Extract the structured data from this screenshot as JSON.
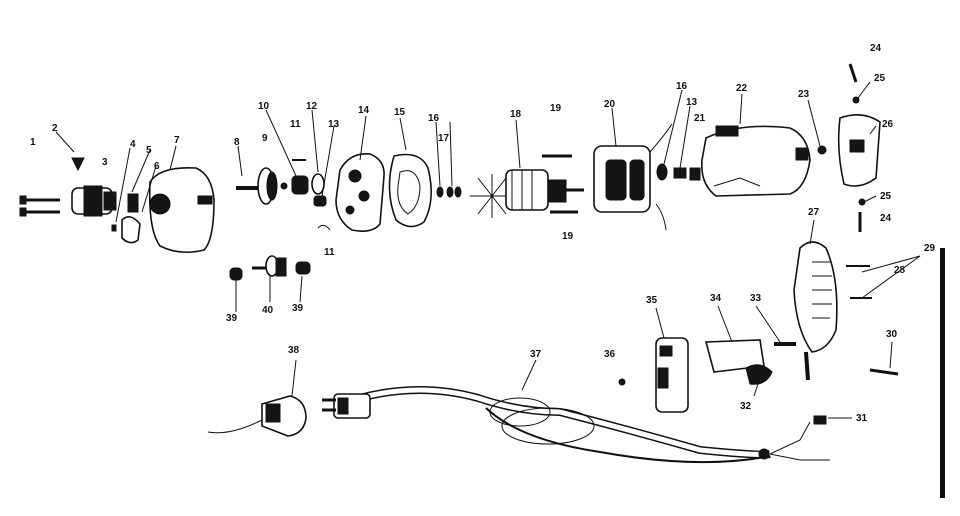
{
  "diagram": {
    "type": "exploded parts view",
    "labels": [
      {
        "id": "p1",
        "text": "1"
      },
      {
        "id": "p2",
        "text": "2"
      },
      {
        "id": "p3",
        "text": "3"
      },
      {
        "id": "p4",
        "text": "4"
      },
      {
        "id": "p5",
        "text": "5"
      },
      {
        "id": "p6",
        "text": "6"
      },
      {
        "id": "p7",
        "text": "7"
      },
      {
        "id": "p8",
        "text": "8"
      },
      {
        "id": "p9",
        "text": "9"
      },
      {
        "id": "p10",
        "text": "10"
      },
      {
        "id": "p11a",
        "text": "11"
      },
      {
        "id": "p11b",
        "text": "11"
      },
      {
        "id": "p12",
        "text": "12"
      },
      {
        "id": "p13a",
        "text": "13"
      },
      {
        "id": "p13b",
        "text": "13"
      },
      {
        "id": "p14",
        "text": "14"
      },
      {
        "id": "p15",
        "text": "15"
      },
      {
        "id": "p16a",
        "text": "16"
      },
      {
        "id": "p16b",
        "text": "16"
      },
      {
        "id": "p17",
        "text": "17"
      },
      {
        "id": "p18",
        "text": "18"
      },
      {
        "id": "p19a",
        "text": "19"
      },
      {
        "id": "p19b",
        "text": "19"
      },
      {
        "id": "p20",
        "text": "20"
      },
      {
        "id": "p21",
        "text": "21"
      },
      {
        "id": "p22",
        "text": "22"
      },
      {
        "id": "p23",
        "text": "23"
      },
      {
        "id": "p24a",
        "text": "24"
      },
      {
        "id": "p24b",
        "text": "24"
      },
      {
        "id": "p25a",
        "text": "25"
      },
      {
        "id": "p25b",
        "text": "25"
      },
      {
        "id": "p26",
        "text": "26"
      },
      {
        "id": "p27",
        "text": "27"
      },
      {
        "id": "p28",
        "text": "28"
      },
      {
        "id": "p29",
        "text": "29"
      },
      {
        "id": "p30",
        "text": "30"
      },
      {
        "id": "p31",
        "text": "31"
      },
      {
        "id": "p32",
        "text": "32"
      },
      {
        "id": "p33",
        "text": "33"
      },
      {
        "id": "p34",
        "text": "34"
      },
      {
        "id": "p35",
        "text": "35"
      },
      {
        "id": "p36",
        "text": "36"
      },
      {
        "id": "p37",
        "text": "37"
      },
      {
        "id": "p38",
        "text": "38"
      },
      {
        "id": "p39a",
        "text": "39"
      },
      {
        "id": "p39b",
        "text": "39"
      },
      {
        "id": "p40",
        "text": "40"
      }
    ]
  }
}
